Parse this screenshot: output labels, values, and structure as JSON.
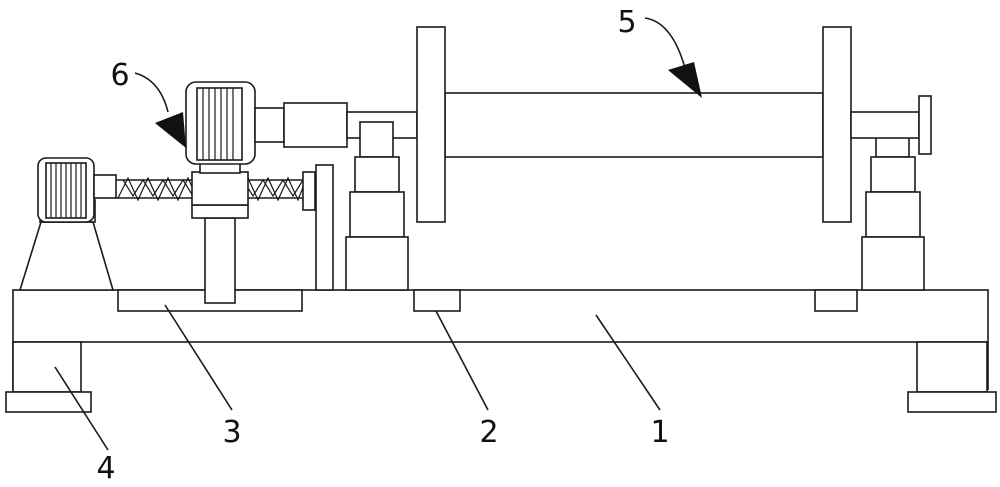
{
  "figure": {
    "labels": {
      "l1": "1",
      "l2": "2",
      "l3": "3",
      "l4": "4",
      "l5": "5",
      "l6": "6"
    },
    "colors": {
      "line": "#1a1a1a",
      "background": "#ffffff"
    }
  }
}
